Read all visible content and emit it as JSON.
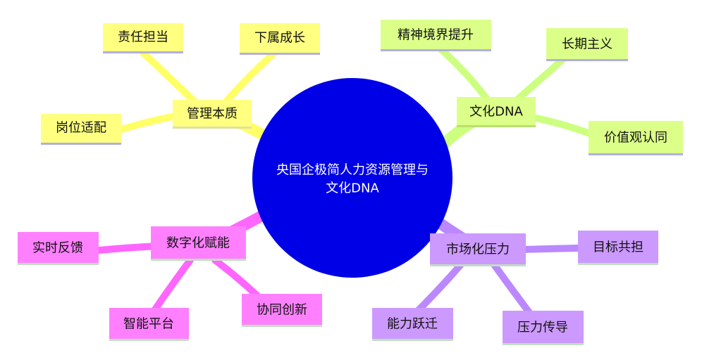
{
  "center": {
    "line1": "央国企极简人力资源管理与",
    "line2": "文化DNA",
    "color": "#0000e6"
  },
  "branches": [
    {
      "id": "management",
      "label": "管理本质",
      "color": "#ffff80",
      "children": [
        "责任担当",
        "下属成长",
        "岗位适配"
      ]
    },
    {
      "id": "culture",
      "label": "文化DNA",
      "color": "#dcff8a",
      "children": [
        "精神境界提升",
        "长期主义",
        "价值观认同"
      ]
    },
    {
      "id": "digital",
      "label": "数字化赋能",
      "color": "#ff80ff",
      "children": [
        "实时反馈",
        "智能平台",
        "协同创新"
      ]
    },
    {
      "id": "market",
      "label": "市场化压力",
      "color": "#cc99ff",
      "children": [
        "目标共担",
        "能力跃迁",
        "压力传导"
      ]
    }
  ]
}
